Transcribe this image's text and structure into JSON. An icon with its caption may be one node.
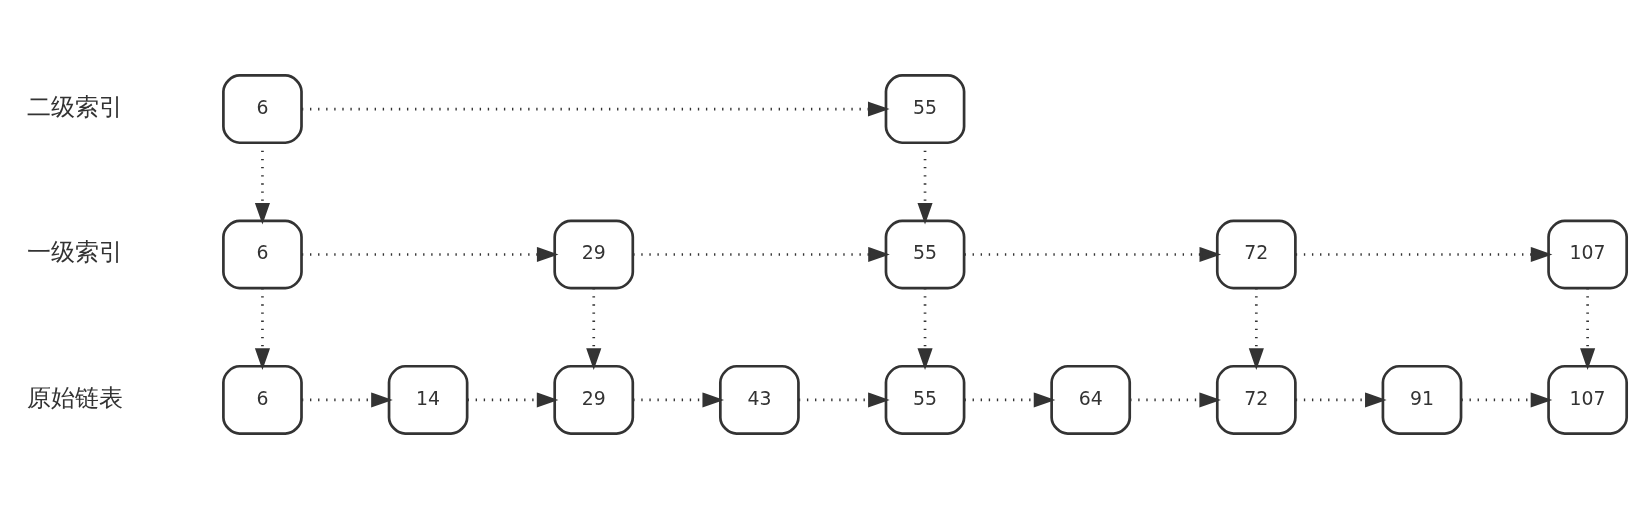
{
  "diagram": {
    "nodes": [
      {
        "text": [
          "6"
        ]
      },
      {
        "text": [
          "55"
        ]
      },
      {
        "text": [
          "6"
        ]
      },
      {
        "text": [
          "29"
        ]
      },
      {
        "text": [
          "55"
        ]
      },
      {
        "text": [
          "72"
        ]
      },
      {
        "text": [
          "107"
        ]
      },
      {
        "text": [
          "6"
        ]
      },
      {
        "text": [
          "14"
        ]
      },
      {
        "text": [
          "29"
        ]
      },
      {
        "text": [
          "43"
        ]
      },
      {
        "text": [
          "55"
        ]
      },
      {
        "text": [
          "64"
        ]
      },
      {
        "text": [
          "72"
        ]
      },
      {
        "text": [
          "91"
        ]
      },
      {
        "text": [
          "107"
        ]
      }
    ],
    "edges": [
      {
        "from": 0,
        "to": 1,
        "arrow": "to"
      },
      {
        "from": 0,
        "to": 2,
        "arrow": "to"
      },
      {
        "from": 1,
        "to": 4,
        "arrow": "to"
      },
      {
        "from": 2,
        "to": 3,
        "arrow": "to"
      },
      {
        "from": 3,
        "to": 4,
        "arrow": "to"
      },
      {
        "from": 4,
        "to": 5,
        "arrow": "to"
      },
      {
        "from": 5,
        "to": 6,
        "arrow": "to"
      },
      {
        "from": 2,
        "to": 7,
        "arrow": "to"
      },
      {
        "from": 3,
        "to": 9,
        "arrow": "to"
      },
      {
        "from": 4,
        "to": 11,
        "arrow": "to"
      },
      {
        "from": 5,
        "to": 13,
        "arrow": "to"
      },
      {
        "from": 6,
        "to": 15,
        "arrow": "to"
      },
      {
        "from": 7,
        "to": 8,
        "arrow": "to"
      },
      {
        "from": 8,
        "to": 9,
        "arrow": "to"
      },
      {
        "from": 9,
        "to": 10,
        "arrow": "to"
      },
      {
        "from": 10,
        "to": 11,
        "arrow": "to"
      },
      {
        "from": 11,
        "to": 12,
        "arrow": "to"
      },
      {
        "from": 12,
        "to": 13,
        "arrow": "to"
      },
      {
        "from": 13,
        "to": 14,
        "arrow": "to"
      },
      {
        "from": 14,
        "to": 15,
        "arrow": "to"
      }
    ],
    "labels": [
      "二级索引",
      "一级索引",
      "原始链表"
    ]
  }
}
